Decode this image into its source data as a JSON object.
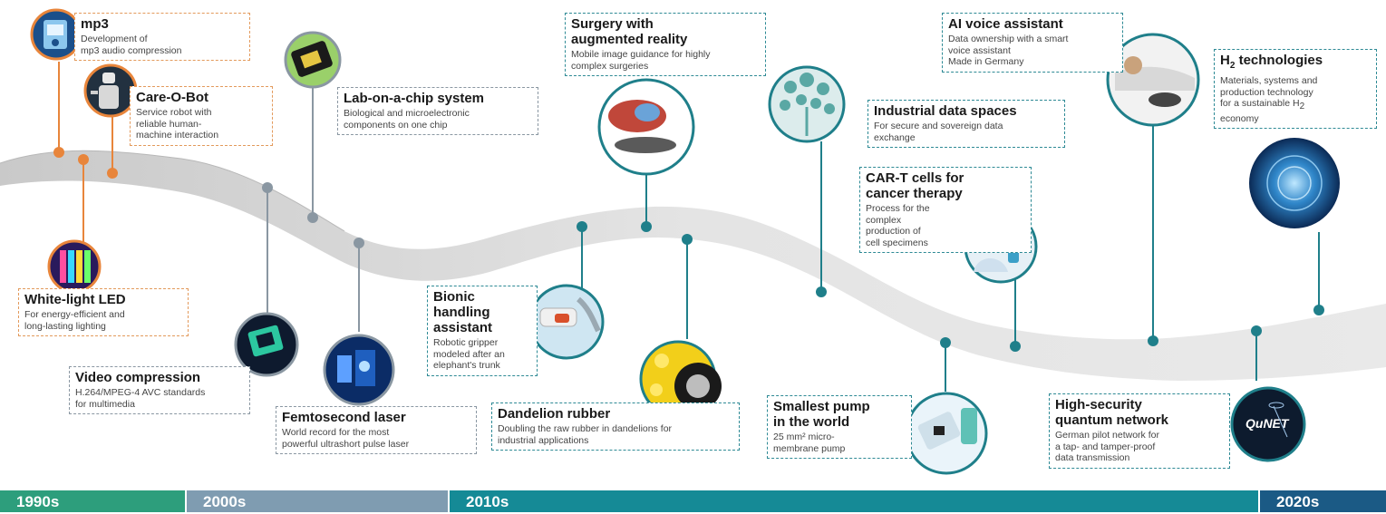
{
  "eras": [
    {
      "label": "1990s",
      "color": "#2d9e7c"
    },
    {
      "label": "2000s",
      "color": "#7f9cb1"
    },
    {
      "label": "2010s",
      "color": "#158a96"
    },
    {
      "label": "2020s",
      "color": "#1b5a85"
    }
  ],
  "milestones": {
    "mp3": {
      "title": "mp3",
      "desc": "Development of\nmp3 audio compression",
      "icon": "audio-device-icon"
    },
    "care_o_bot": {
      "title": "Care-O-Bot",
      "desc": "Service robot with\nreliable human-\nmachine interaction",
      "icon": "service-robot-icon"
    },
    "white_led": {
      "title": "White-light LED",
      "desc": "For energy-efficient and\nlong-lasting lighting",
      "icon": "colored-led-icon"
    },
    "lab_on_chip": {
      "title": "Lab-on-a-chip system",
      "desc": "Biological and microelectronic\ncomponents on one chip",
      "icon": "chip-icon"
    },
    "video_compression": {
      "title": "Video compression",
      "desc": "H.264/MPEG-4 AVC standards\nfor multimedia",
      "icon": "video-device-icon"
    },
    "femtosecond_laser": {
      "title": "Femtosecond laser",
      "desc": "World record for the most\npowerful ultrashort pulse laser",
      "icon": "laser-icon"
    },
    "surgery_ar": {
      "title": "Surgery with\naugmented reality",
      "desc": "Mobile image guidance for highly\ncomplex surgeries",
      "icon": "liver-model-icon"
    },
    "bionic": {
      "title": "Bionic\nhandling\nassistant",
      "desc": "Robotic gripper\nmodeled after an\nelephant's trunk",
      "icon": "robot-gripper-icon"
    },
    "dandelion": {
      "title": "Dandelion rubber",
      "desc": "Doubling the raw rubber in dandelions for\nindustrial applications",
      "icon": "tire-dandelion-icon"
    },
    "data_spaces": {
      "title": "Industrial data spaces",
      "desc": "For secure and sovereign data\nexchange",
      "icon": "data-tree-icon"
    },
    "car_t": {
      "title": "CAR-T cells for\ncancer therapy",
      "desc": "Process for the\ncomplex\nproduction of\ncell specimens",
      "icon": "lab-worker-icon"
    },
    "smallest_pump": {
      "title": "Smallest pump\nin the world",
      "desc": "25 mm² micro-\nmembrane pump",
      "icon": "micro-pump-icon"
    },
    "ai_voice": {
      "title": "AI voice assistant",
      "desc": "Data ownership with a smart\nvoice assistant\nMade in Germany",
      "icon": "car-driver-icon"
    },
    "h2": {
      "title": "H",
      "title_sub": "2",
      "title_rest": " technologies",
      "desc": "Materials, systems and\nproduction technology\nfor a sustainable H",
      "desc_sub": "2",
      "desc_rest": "\neconomy",
      "icon": "energy-sphere-icon"
    },
    "quantum": {
      "title": "High-security\nquantum network",
      "desc": "German pilot network for\na tap- and tamper-proof\ndata transmission",
      "icon": "qunet-logo-icon",
      "logo_text": "QuNET"
    }
  },
  "colors": {
    "orange": "#e8853b",
    "grey": "#8a97a2",
    "teal": "#1f7f8a",
    "ribbon": "#e2e2e2"
  }
}
